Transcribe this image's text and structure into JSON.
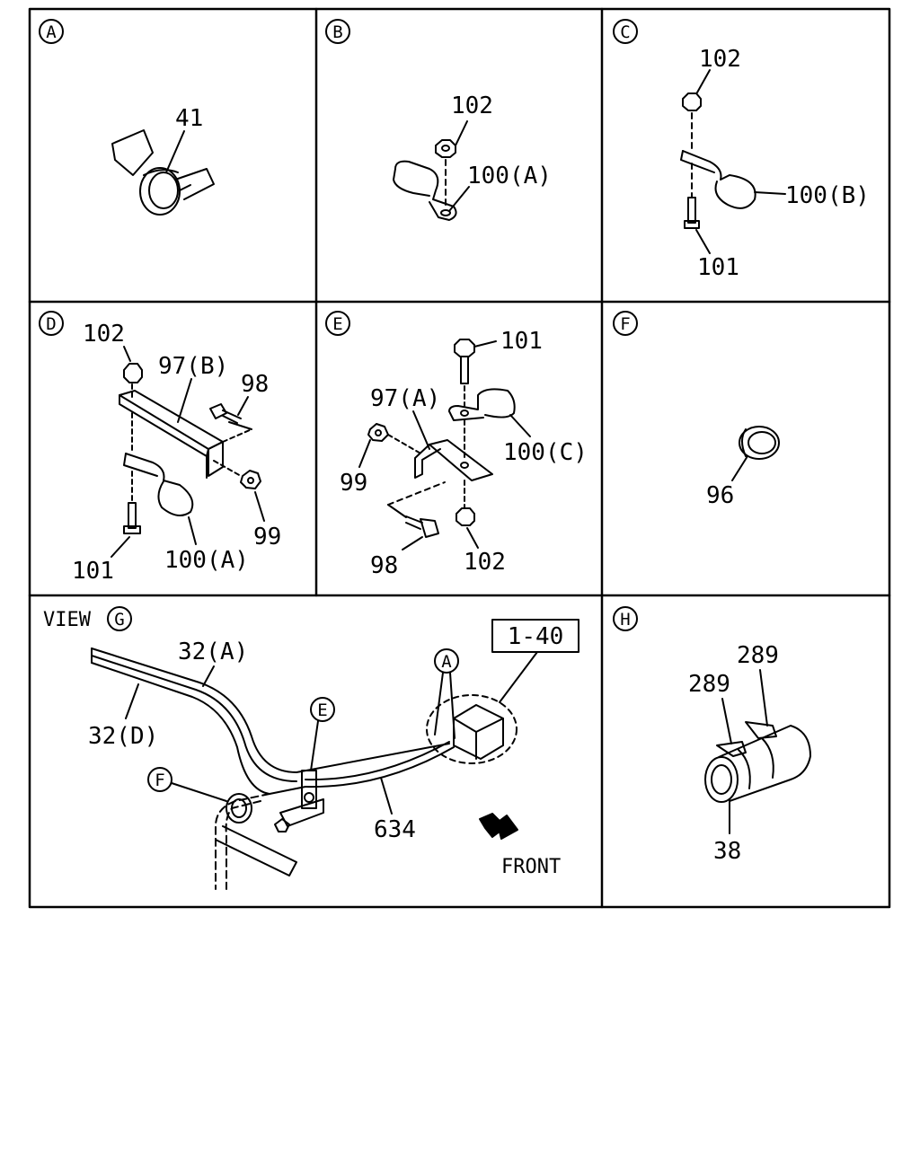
{
  "panels": {
    "A": {
      "id": "A",
      "labels": [
        "41"
      ]
    },
    "B": {
      "id": "B",
      "labels": [
        "102",
        "100(A)"
      ]
    },
    "C": {
      "id": "C",
      "labels": [
        "102",
        "100(B)",
        "101"
      ]
    },
    "D": {
      "id": "D",
      "labels": [
        "102",
        "97(B)",
        "98",
        "99",
        "101",
        "100(A)"
      ]
    },
    "E": {
      "id": "E",
      "labels": [
        "101",
        "97(A)",
        "100(C)",
        "99",
        "98",
        "102"
      ]
    },
    "F": {
      "id": "F",
      "labels": [
        "96"
      ]
    },
    "G": {
      "view_label": "VIEW",
      "id": "G",
      "ref_box": "1-40",
      "callouts": [
        "A",
        "E",
        "F"
      ],
      "labels": [
        "32(A)",
        "32(D)",
        "634"
      ],
      "front_label": "FRONT"
    },
    "H": {
      "id": "H",
      "labels": [
        "289",
        "289",
        "38"
      ]
    }
  },
  "colors": {
    "line": "#000000",
    "background": "#ffffff"
  }
}
